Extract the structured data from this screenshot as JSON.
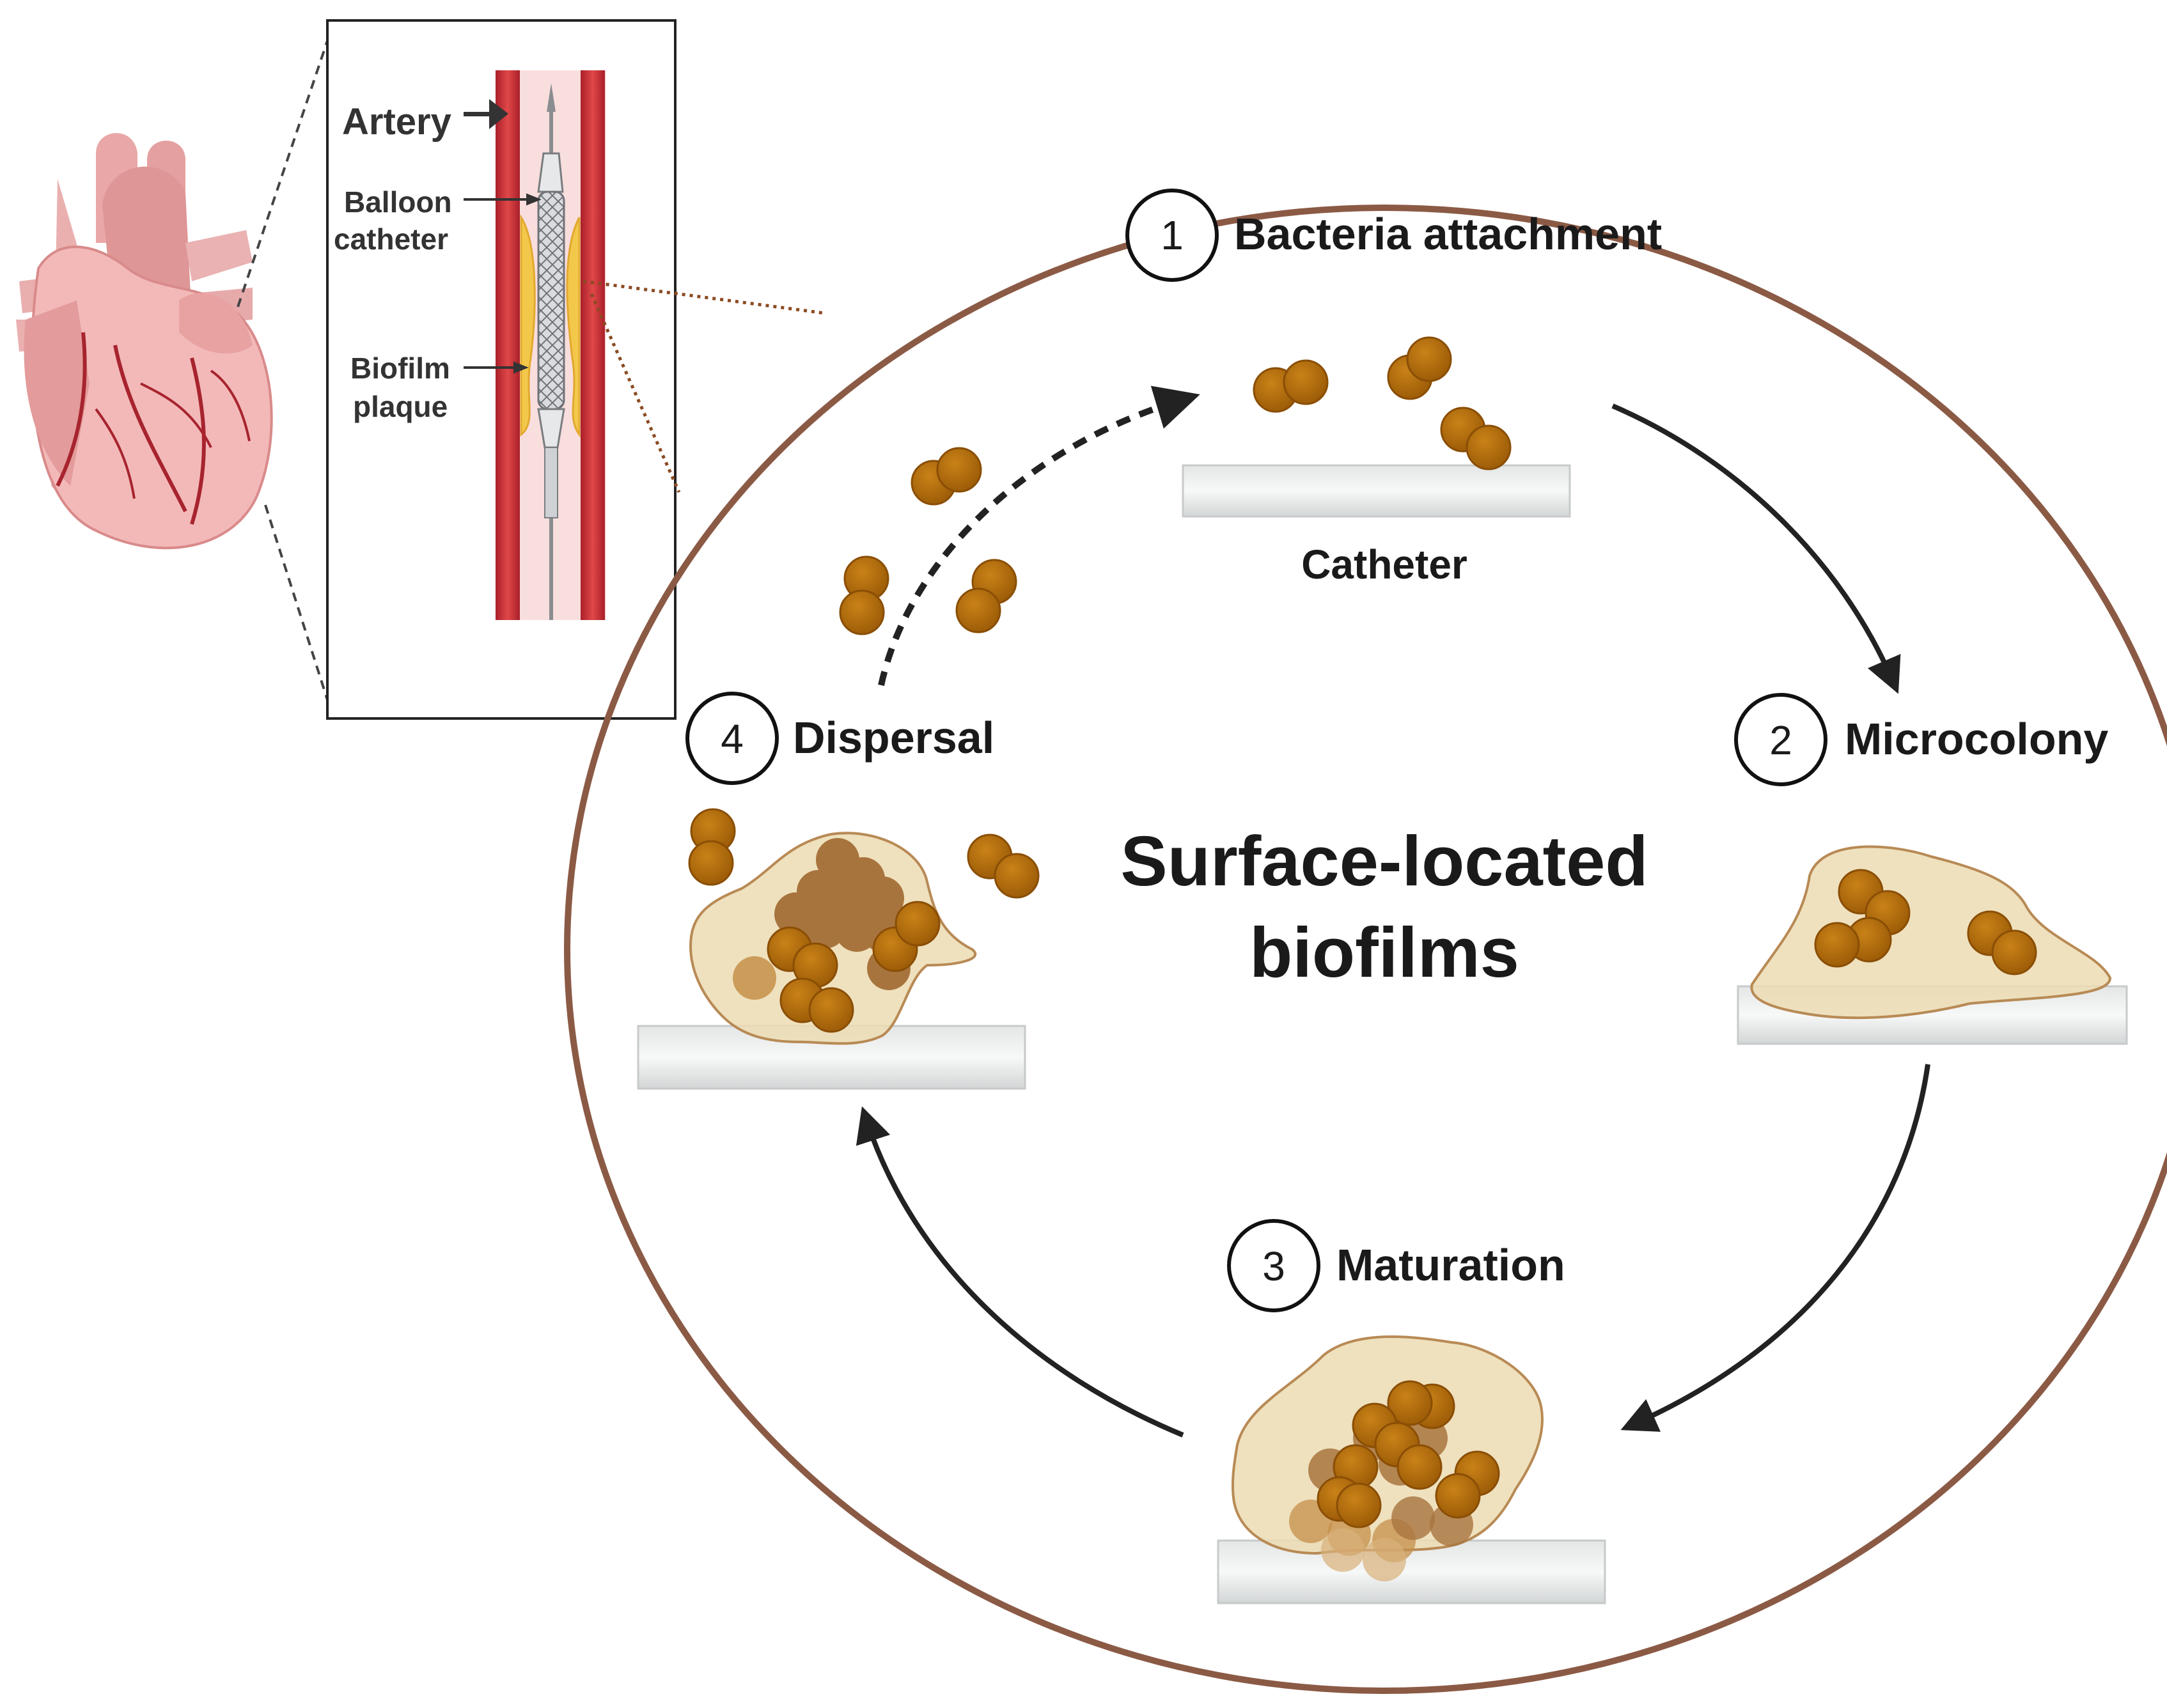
{
  "inset": {
    "artery_label": "Artery",
    "balloon_label_line1": "Balloon",
    "balloon_label_line2": "catheter",
    "biofilm_label_line1": "Biofilm",
    "biofilm_label_line2": "plaque"
  },
  "cycle": {
    "center_title_line1": "Surface-located",
    "center_title_line2": "biofilms",
    "catheter_label": "Catheter",
    "steps": [
      {
        "number": "1",
        "label": "Bacteria attachment"
      },
      {
        "number": "2",
        "label": "Microcolony"
      },
      {
        "number": "3",
        "label": "Maturation"
      },
      {
        "number": "4",
        "label": "Dispersal"
      }
    ]
  },
  "colors": {
    "ring": "#8b5a45",
    "bacteria": "#b06a0a",
    "bacteria_dark": "#8a5a2e",
    "matrix": "#e8d3a8",
    "artery_red": "#d03a3a",
    "plaque": "#f3c84a",
    "heart": "#f1a9a9"
  },
  "icons": [
    "heart-illustration",
    "artery-inset",
    "balloon-catheter",
    "bacteria-cluster",
    "catheter-surface",
    "biofilm-matrix",
    "cycle-arrow",
    "dispersal-arrow"
  ]
}
